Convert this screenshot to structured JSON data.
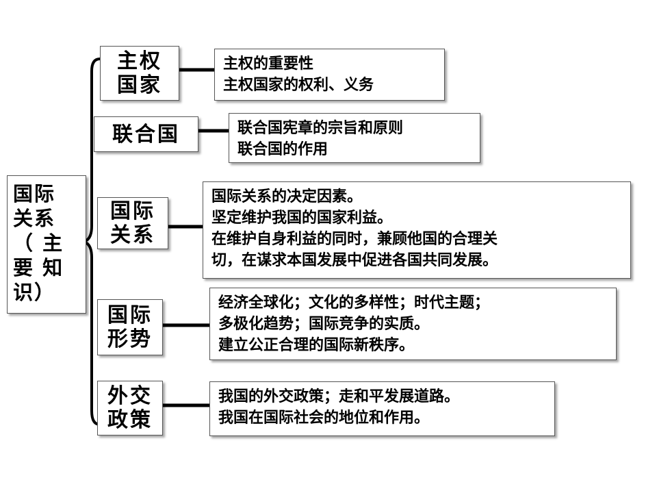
{
  "root": {
    "lines": [
      "国际",
      "关系",
      "（ 主",
      "要 知",
      "识）"
    ]
  },
  "branches": [
    {
      "topic": [
        "主权",
        "国家"
      ],
      "details": [
        "主权的重要性",
        "主权国家的权利、义务"
      ]
    },
    {
      "topic": [
        "联合国"
      ],
      "details": [
        "联合国宪章的宗旨和原则",
        "联合国的作用"
      ]
    },
    {
      "topic": [
        "国际",
        "关系"
      ],
      "details": [
        "国际关系的决定因素。",
        "坚定维护我国的国家利益。",
        "在维护自身利益的同时，兼顾他国的合理关",
        "切，在谋求本国发展中促进各国共同发展。"
      ]
    },
    {
      "topic": [
        "国际",
        "形势"
      ],
      "details": [
        "经济全球化；文化的多样性；时代主题；",
        "多极化趋势；国际竞争的实质。",
        "建立公正合理的国际新秩序。"
      ]
    },
    {
      "topic": [
        "外交",
        "政策"
      ],
      "details": [
        "我国的外交政策；走和平发展道路。",
        "我国在国际社会的地位和作用。"
      ]
    }
  ]
}
